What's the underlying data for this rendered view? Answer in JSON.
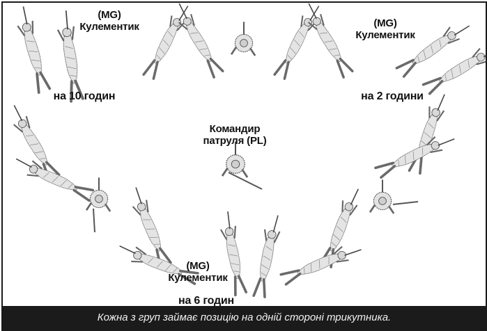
{
  "labels": {
    "mg_top_left_line1": "(MG)",
    "mg_top_left_line2": "Кулементик",
    "mg_top_right_line1": "(MG)",
    "mg_top_right_line2": "Кулементик",
    "mg_bottom_line1": "(MG)",
    "mg_bottom_line2": "Кулементик",
    "pl_line1": "Командир",
    "pl_line2": "патруля (PL)",
    "clock_10": "на 10 годин",
    "clock_2": "на 2 години",
    "clock_6": "на 6 годин"
  },
  "caption": "Кожна з груп займає позицію  на одній стороні трикутника.",
  "colors": {
    "frame": "#1a1a1a",
    "caption_bar": "#1b1b1b",
    "caption_text": "#f2f2f2",
    "sketch": "#6f6f6f"
  }
}
